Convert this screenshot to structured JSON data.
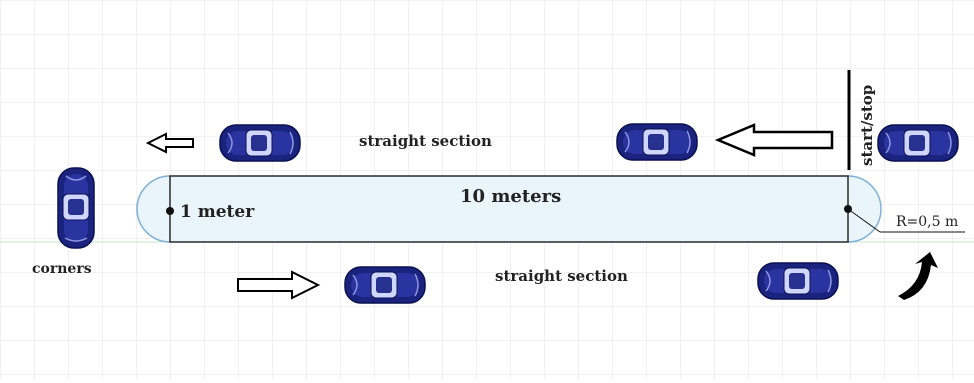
{
  "labels": {
    "straight_top": "straight section",
    "straight_bottom": "straight section",
    "length": "10 meters",
    "width": "1 meter",
    "corners": "corners",
    "start_stop": "start/stop",
    "radius": "R=0,5 m"
  },
  "colors": {
    "grid": "#e3e3e3",
    "track_fill": "#eaf4fb",
    "track_border": "#2b2b2b",
    "semicircle_stroke": "#7fb2d6",
    "car_body": "#1a237e",
    "baseline_green": "#c9e6c9"
  }
}
